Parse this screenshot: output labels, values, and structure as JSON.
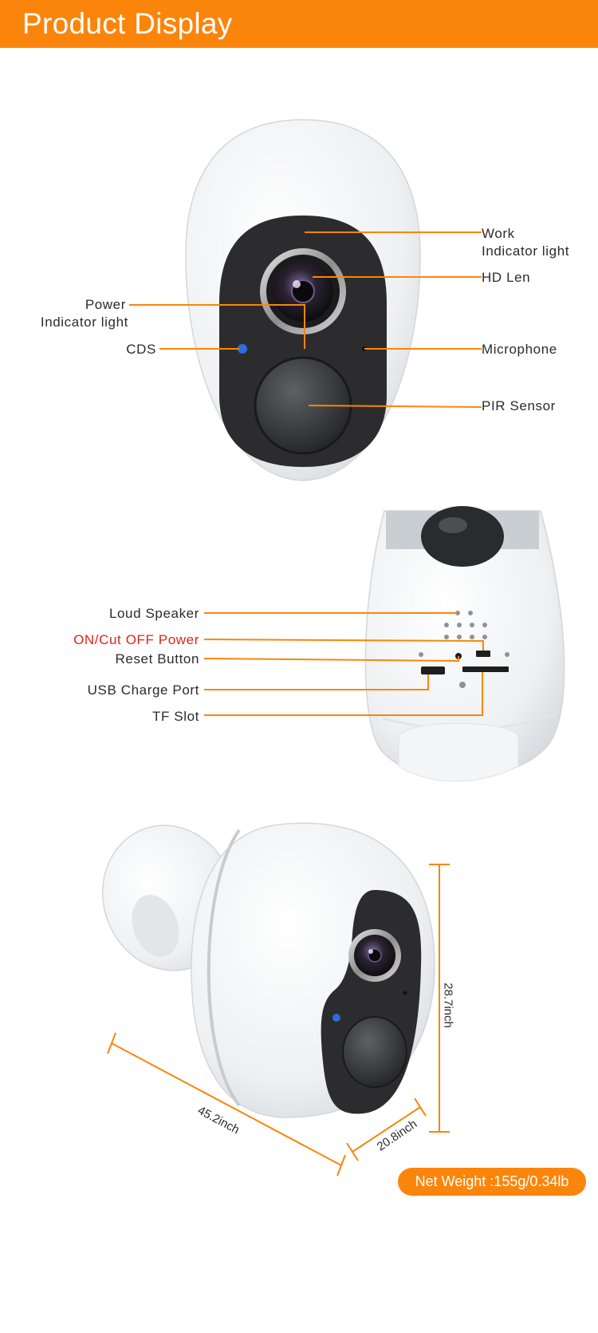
{
  "header": {
    "title": "Product Display"
  },
  "colors": {
    "accent": "#fb850b",
    "label_text": "#2b2b2b",
    "highlight_text": "#e0231a",
    "camera_face": "#2c2c2e"
  },
  "front_view": {
    "labels": {
      "work_indicator": "Work",
      "work_indicator_2": "Indicator light",
      "hd_len": "HD Len",
      "power_indicator": "Power",
      "power_indicator_2": "Indicator light",
      "cds": "CDS",
      "microphone": "Microphone",
      "pir_sensor": "PIR Sensor"
    }
  },
  "back_view": {
    "labels": {
      "loud_speaker": "Loud Speaker",
      "on_cut_off_power": "ON/Cut OFF Power",
      "reset_button": "Reset Button",
      "usb_charge_port": "USB Charge Port",
      "tf_slot": "TF Slot"
    }
  },
  "dimensions": {
    "height": "28.7inch",
    "length": "45.2inch",
    "depth": "20.8inch"
  },
  "net_weight": "Net Weight :155g/0.34lb"
}
